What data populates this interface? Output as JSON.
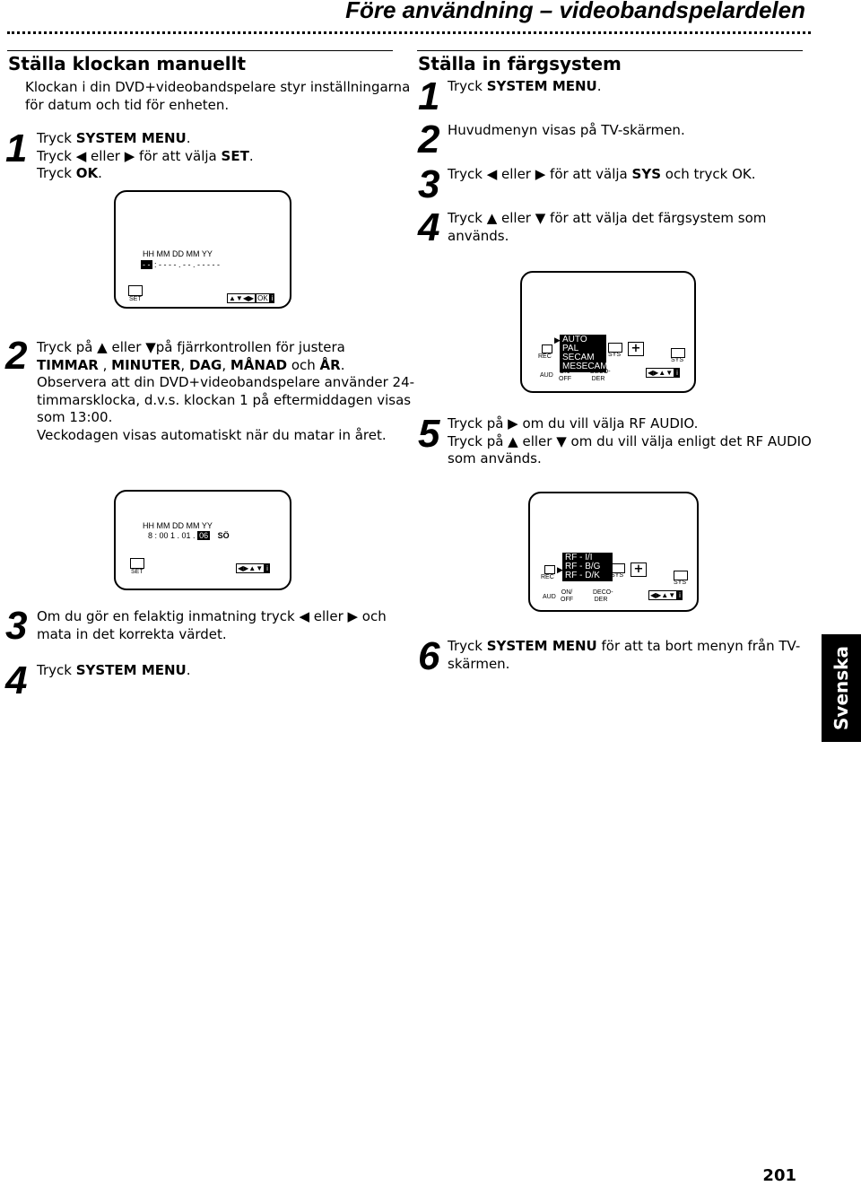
{
  "header": {
    "title": "Före användning – videobandspelardelen"
  },
  "left": {
    "heading": "Ställa klockan manuellt",
    "intro": [
      "Klockan i din DVD+videobandspelare styr inställningarna",
      "för datum och tid för enheten."
    ],
    "step1": {
      "num": "1",
      "lines": [
        [
          {
            "t": "Tryck "
          },
          {
            "t": "SYSTEM MENU",
            "b": true
          },
          {
            "t": "."
          }
        ],
        [
          {
            "t": "Tryck ◀ eller ▶ för att välja "
          },
          {
            "t": "SET",
            "b": true
          },
          {
            "t": "."
          }
        ],
        [
          {
            "t": "Tryck "
          },
          {
            "t": "OK",
            "b": true
          },
          {
            "t": "."
          }
        ]
      ]
    },
    "screen1": {
      "header": "HH   MM   DD   MM   YY",
      "sel": "- -",
      "rest": " :  - -    - - .  - - .  - -   - - -",
      "icon_label": "SET",
      "nav": "▲▼◀▶",
      "ok": "OK",
      "info": "i"
    },
    "step2": {
      "num": "2",
      "lines": [
        [
          {
            "t": "Tryck på ▲ eller ▼på fjärrkontrollen för justera"
          }
        ],
        [
          {
            "t": "TIMMAR",
            "b": true
          },
          {
            "t": " , "
          },
          {
            "t": "MINUTER",
            "b": true
          },
          {
            "t": ", "
          },
          {
            "t": "DAG",
            "b": true
          },
          {
            "t": ", "
          },
          {
            "t": "MÅNAD",
            "b": true
          },
          {
            "t": " och "
          },
          {
            "t": "ÅR",
            "b": true
          },
          {
            "t": "."
          }
        ],
        [
          {
            "t": "Observera att din DVD+videobandspelare använder 24-"
          }
        ],
        [
          {
            "t": "timmarsklocka, d.v.s. klockan 1 på eftermiddagen visas"
          }
        ],
        [
          {
            "t": "som 13:00."
          }
        ],
        [
          {
            "t": "Veckodagen visas automatiskt när du matar in året."
          }
        ]
      ]
    },
    "screen2": {
      "header": "HH   MM   DD   MM   YY",
      "values": "8 :   00     1  .  01  .",
      "sel": "06",
      "day": "SÖ",
      "icon_label": "SET",
      "nav": "◀▶▲▼",
      "info": "i"
    },
    "step3": {
      "num": "3",
      "lines": [
        [
          {
            "t": "Om du gör en felaktig inmatning tryck ◀ eller ▶ och"
          }
        ],
        [
          {
            "t": "mata in det korrekta värdet."
          }
        ]
      ]
    },
    "step4": {
      "num": "4",
      "lines": [
        [
          {
            "t": "Tryck "
          },
          {
            "t": "SYSTEM MENU",
            "b": true
          },
          {
            "t": "."
          }
        ]
      ]
    }
  },
  "right": {
    "heading": "Ställa in färgsystem",
    "step1": {
      "num": "1",
      "lines": [
        [
          {
            "t": "Tryck "
          },
          {
            "t": "SYSTEM MENU",
            "b": true
          },
          {
            "t": "."
          }
        ]
      ]
    },
    "step2": {
      "num": "2",
      "lines": [
        [
          {
            "t": "Huvudmenyn visas på TV-skärmen."
          }
        ]
      ]
    },
    "step3": {
      "num": "3",
      "lines": [
        [
          {
            "t": "Tryck ◀ eller ▶ för att välja "
          },
          {
            "t": "SYS",
            "b": true
          },
          {
            "t": " och tryck OK."
          }
        ]
      ]
    },
    "step4": {
      "num": "4",
      "lines": [
        [
          {
            "t": "Tryck ▲ eller ▼ för att välja det färgsystem som"
          }
        ],
        [
          {
            "t": "används."
          }
        ]
      ]
    },
    "screen3": {
      "arrow": "▶",
      "options": [
        "AUTO",
        "PAL",
        "SECAM",
        "MESECAM"
      ],
      "rec": "REC",
      "aud": "AUD",
      "onoff": "ON/ OFF",
      "decoder": "DECO- DER",
      "sys": "SYS",
      "nav": "◀▶▲▼",
      "info": "i"
    },
    "step5": {
      "num": "5",
      "lines": [
        [
          {
            "t": "Tryck på ▶ om du vill välja RF AUDIO."
          }
        ],
        [
          {
            "t": "Tryck på ▲ eller ▼ om du vill välja enligt det RF AUDIO"
          }
        ],
        [
          {
            "t": "som används."
          }
        ]
      ]
    },
    "screen4": {
      "arrow": "▶",
      "options": [
        "RF -  I/I",
        "RF - B/G",
        "RF - D/K"
      ],
      "rec": "REC",
      "aud": "AUD",
      "onoff": "ON/ OFF",
      "decoder": "DECO- DER",
      "sys": "SYS",
      "nav": "◀▶▲▼",
      "info": "i"
    },
    "step6": {
      "num": "6",
      "lines": [
        [
          {
            "t": "Tryck "
          },
          {
            "t": "SYSTEM MENU",
            "b": true
          },
          {
            "t": " för att ta bort menyn från TV-"
          }
        ],
        [
          {
            "t": "skärmen."
          }
        ]
      ]
    }
  },
  "side_tab": "Svenska",
  "page_number": "201"
}
